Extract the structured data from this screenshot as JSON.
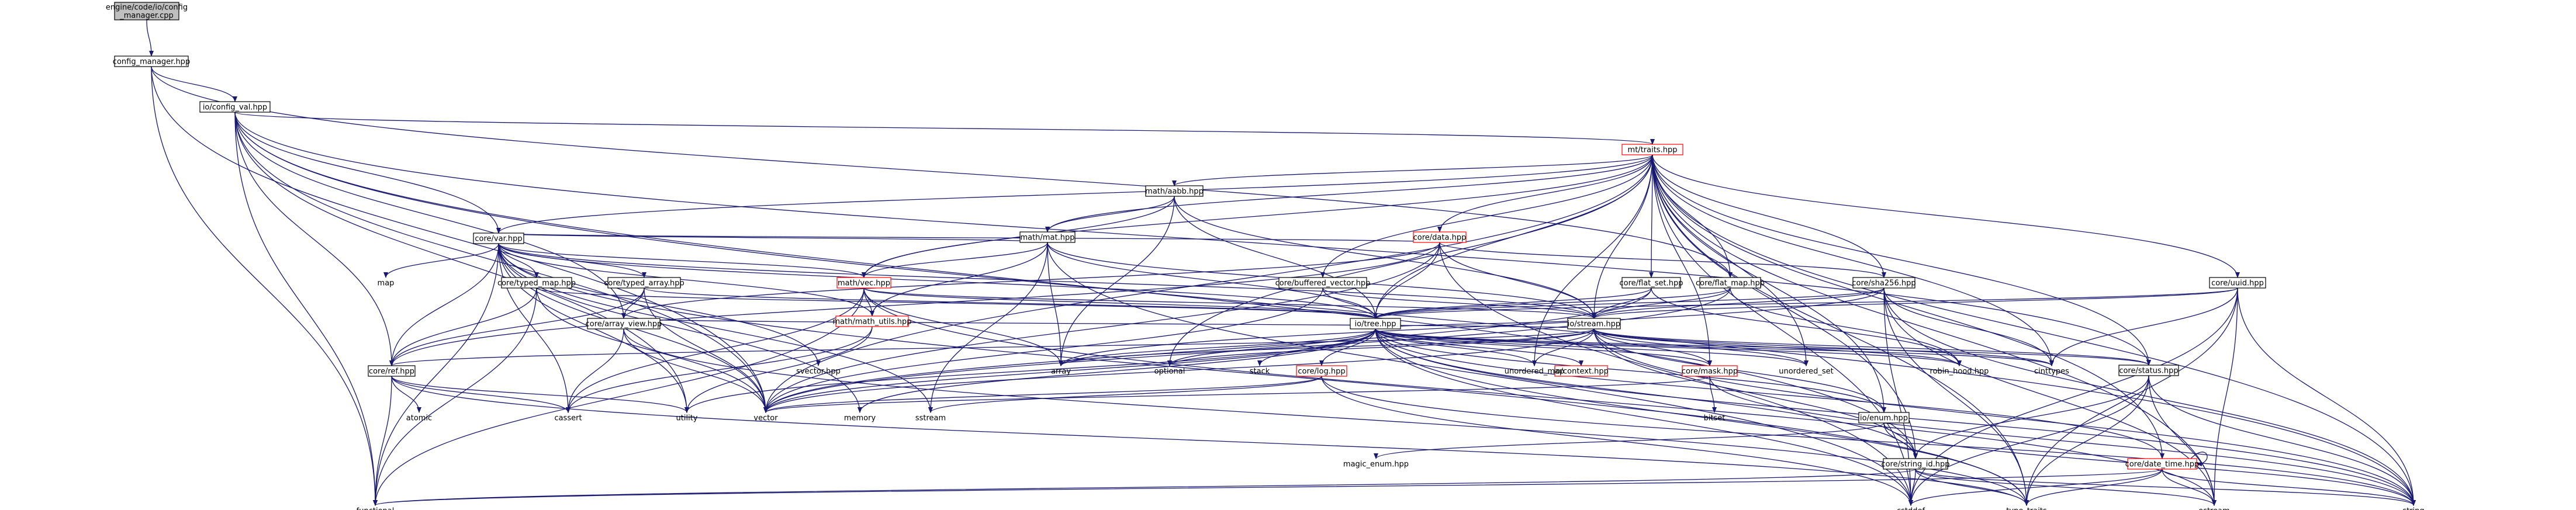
{
  "graph": {
    "title": "",
    "nodes": [
      {
        "id": "root",
        "label": "engine/code/io/config\n_manager.cpp",
        "style": "root"
      },
      {
        "id": "cfgmgr",
        "label": "config_manager.hpp",
        "style": "box"
      },
      {
        "id": "cfgval",
        "label": "io/config_val.hpp",
        "style": "box"
      },
      {
        "id": "traits",
        "label": "mt/traits.hpp",
        "style": "red"
      },
      {
        "id": "aabb",
        "label": "math/aabb.hpp",
        "style": "box"
      },
      {
        "id": "var",
        "label": "core/var.hpp",
        "style": "box"
      },
      {
        "id": "mat",
        "label": "math/mat.hpp",
        "style": "box"
      },
      {
        "id": "data",
        "label": "core/data.hpp",
        "style": "red"
      },
      {
        "id": "vec",
        "label": "math/vec.hpp",
        "style": "red"
      },
      {
        "id": "tmap",
        "label": "core/typed_map.hpp",
        "style": "box"
      },
      {
        "id": "tarr",
        "label": "core/typed_array.hpp",
        "style": "box"
      },
      {
        "id": "bvec",
        "label": "core/buffered_vector.hpp",
        "style": "box"
      },
      {
        "id": "fset",
        "label": "core/flat_set.hpp",
        "style": "box"
      },
      {
        "id": "fmap",
        "label": "core/flat_map.hpp",
        "style": "box"
      },
      {
        "id": "sha",
        "label": "core/sha256.hpp",
        "style": "box"
      },
      {
        "id": "uuid",
        "label": "core/uuid.hpp",
        "style": "box"
      },
      {
        "id": "mutil",
        "label": "math/math_utils.hpp",
        "style": "red"
      },
      {
        "id": "aview",
        "label": "core/array_view.hpp",
        "style": "box"
      },
      {
        "id": "iotree",
        "label": "io/tree.hpp",
        "style": "box"
      },
      {
        "id": "iostream",
        "label": "io/stream.hpp",
        "style": "box"
      },
      {
        "id": "ref",
        "label": "core/ref.hpp",
        "style": "box"
      },
      {
        "id": "log",
        "label": "core/log.hpp",
        "style": "red"
      },
      {
        "id": "ctx",
        "label": "io/context.hpp",
        "style": "red"
      },
      {
        "id": "mask",
        "label": "core/mask.hpp",
        "style": "red"
      },
      {
        "id": "status",
        "label": "core/status.hpp",
        "style": "box"
      },
      {
        "id": "ioenum",
        "label": "io/enum.hpp",
        "style": "box"
      },
      {
        "id": "sid",
        "label": "core/string_id.hpp",
        "style": "box"
      },
      {
        "id": "dtime",
        "label": "core/date_time.hpp",
        "style": "red"
      },
      {
        "id": "magic",
        "label": "magic_enum.hpp",
        "style": "plain"
      },
      {
        "id": "map",
        "label": "map",
        "style": "plain"
      },
      {
        "id": "svec",
        "label": "svector.hpp",
        "style": "plain"
      },
      {
        "id": "array",
        "label": "array",
        "style": "plain"
      },
      {
        "id": "optional",
        "label": "optional",
        "style": "plain"
      },
      {
        "id": "stack",
        "label": "stack",
        "style": "plain"
      },
      {
        "id": "umap",
        "label": "unordered_map",
        "style": "plain"
      },
      {
        "id": "uset",
        "label": "unordered_set",
        "style": "plain"
      },
      {
        "id": "robin",
        "label": "robin_hood.hpp",
        "style": "plain"
      },
      {
        "id": "cinttypes",
        "label": "cinttypes",
        "style": "plain"
      },
      {
        "id": "atomic",
        "label": "atomic",
        "style": "plain"
      },
      {
        "id": "cassert",
        "label": "cassert",
        "style": "plain"
      },
      {
        "id": "utility",
        "label": "utility",
        "style": "plain"
      },
      {
        "id": "vector",
        "label": "vector",
        "style": "plain"
      },
      {
        "id": "memory",
        "label": "memory",
        "style": "plain"
      },
      {
        "id": "sstream",
        "label": "sstream",
        "style": "plain"
      },
      {
        "id": "bitset",
        "label": "bitset",
        "style": "plain"
      },
      {
        "id": "functional",
        "label": "functional",
        "style": "plain"
      },
      {
        "id": "cstddef",
        "label": "cstddef",
        "style": "plain"
      },
      {
        "id": "type_traits",
        "label": "type_traits",
        "style": "plain"
      },
      {
        "id": "ostream",
        "label": "ostream",
        "style": "plain"
      },
      {
        "id": "string",
        "label": "string",
        "style": "plain"
      }
    ],
    "edges": [
      [
        "root",
        "cfgmgr"
      ],
      [
        "cfgmgr",
        "cfgval"
      ],
      [
        "cfgmgr",
        "fmap"
      ],
      [
        "cfgmgr",
        "functional"
      ],
      [
        "cfgmgr",
        "vector"
      ],
      [
        "cfgval",
        "traits"
      ],
      [
        "cfgval",
        "var"
      ],
      [
        "cfgval",
        "ref"
      ],
      [
        "cfgval",
        "aview"
      ],
      [
        "cfgval",
        "functional"
      ],
      [
        "cfgval",
        "utility"
      ],
      [
        "cfgval",
        "string"
      ],
      [
        "cfgval",
        "sid"
      ],
      [
        "cfgval",
        "vector"
      ],
      [
        "cfgval",
        "status"
      ],
      [
        "traits",
        "aabb"
      ],
      [
        "traits",
        "mat"
      ],
      [
        "traits",
        "vec"
      ],
      [
        "traits",
        "data"
      ],
      [
        "traits",
        "var"
      ],
      [
        "traits",
        "bvec"
      ],
      [
        "traits",
        "fset"
      ],
      [
        "traits",
        "fmap"
      ],
      [
        "traits",
        "sha"
      ],
      [
        "traits",
        "uuid"
      ],
      [
        "traits",
        "iostream"
      ],
      [
        "traits",
        "iotree"
      ],
      [
        "traits",
        "mask"
      ],
      [
        "traits",
        "status"
      ],
      [
        "traits",
        "ioenum"
      ],
      [
        "traits",
        "sid"
      ],
      [
        "traits",
        "dtime"
      ],
      [
        "traits",
        "optional"
      ],
      [
        "traits",
        "umap"
      ],
      [
        "traits",
        "uset"
      ],
      [
        "traits",
        "cinttypes"
      ],
      [
        "traits",
        "vector"
      ],
      [
        "traits",
        "string"
      ],
      [
        "traits",
        "type_traits"
      ],
      [
        "traits",
        "cstddef"
      ],
      [
        "traits",
        "ostream"
      ],
      [
        "aabb",
        "mat"
      ],
      [
        "aabb",
        "vec"
      ],
      [
        "aabb",
        "iotree"
      ],
      [
        "aabb",
        "iostream"
      ],
      [
        "aabb",
        "array"
      ],
      [
        "mat",
        "vec"
      ],
      [
        "mat",
        "mutil"
      ],
      [
        "mat",
        "iotree"
      ],
      [
        "mat",
        "iostream"
      ],
      [
        "mat",
        "array"
      ],
      [
        "mat",
        "sstream"
      ],
      [
        "mat",
        "cstddef"
      ],
      [
        "data",
        "iotree"
      ],
      [
        "data",
        "iostream"
      ],
      [
        "data",
        "sha"
      ],
      [
        "data",
        "ref"
      ],
      [
        "data",
        "aview"
      ],
      [
        "data",
        "vector"
      ],
      [
        "data",
        "cstddef"
      ],
      [
        "var",
        "tmap"
      ],
      [
        "var",
        "tarr"
      ],
      [
        "var",
        "map"
      ],
      [
        "var",
        "vec"
      ],
      [
        "var",
        "mat"
      ],
      [
        "var",
        "iotree"
      ],
      [
        "var",
        "iostream"
      ],
      [
        "var",
        "ref"
      ],
      [
        "var",
        "data"
      ],
      [
        "var",
        "mutil"
      ],
      [
        "var",
        "svec"
      ],
      [
        "var",
        "functional"
      ],
      [
        "var",
        "vector"
      ],
      [
        "var",
        "memory"
      ],
      [
        "var",
        "sstream"
      ],
      [
        "var",
        "cassert"
      ],
      [
        "var",
        "utility"
      ],
      [
        "var",
        "type_traits"
      ],
      [
        "vec",
        "mutil"
      ],
      [
        "vec",
        "iotree"
      ],
      [
        "vec",
        "iostream"
      ],
      [
        "vec",
        "array"
      ],
      [
        "vec",
        "functional"
      ],
      [
        "vec",
        "cassert"
      ],
      [
        "vec",
        "ostream"
      ],
      [
        "tmap",
        "ref"
      ],
      [
        "tmap",
        "iotree"
      ],
      [
        "tmap",
        "vector"
      ],
      [
        "tmap",
        "functional"
      ],
      [
        "tarr",
        "ref"
      ],
      [
        "tarr",
        "aview"
      ],
      [
        "tarr",
        "iotree"
      ],
      [
        "tarr",
        "vector"
      ],
      [
        "bvec",
        "iotree"
      ],
      [
        "bvec",
        "iostream"
      ],
      [
        "bvec",
        "vector"
      ],
      [
        "fset",
        "iotree"
      ],
      [
        "fset",
        "iostream"
      ],
      [
        "fset",
        "robin"
      ],
      [
        "fset",
        "vector"
      ],
      [
        "fmap",
        "iotree"
      ],
      [
        "fmap",
        "iostream"
      ],
      [
        "fmap",
        "robin"
      ],
      [
        "fmap",
        "vector"
      ],
      [
        "sha",
        "iotree"
      ],
      [
        "sha",
        "iostream"
      ],
      [
        "sha",
        "array"
      ],
      [
        "sha",
        "cinttypes"
      ],
      [
        "sha",
        "string"
      ],
      [
        "sha",
        "type_traits"
      ],
      [
        "sha",
        "ostream"
      ],
      [
        "sha",
        "cstddef"
      ],
      [
        "uuid",
        "iotree"
      ],
      [
        "uuid",
        "iostream"
      ],
      [
        "uuid",
        "cinttypes"
      ],
      [
        "uuid",
        "string"
      ],
      [
        "uuid",
        "ostream"
      ],
      [
        "uuid",
        "cstddef"
      ],
      [
        "uuid",
        "type_traits"
      ],
      [
        "mutil",
        "cassert"
      ],
      [
        "mutil",
        "utility"
      ],
      [
        "aview",
        "vector"
      ],
      [
        "aview",
        "cassert"
      ],
      [
        "aview",
        "type_traits"
      ],
      [
        "iotree",
        "iostream"
      ],
      [
        "iotree",
        "log"
      ],
      [
        "iotree",
        "ctx"
      ],
      [
        "iotree",
        "mask"
      ],
      [
        "iotree",
        "status"
      ],
      [
        "iotree",
        "ioenum"
      ],
      [
        "iotree",
        "sid"
      ],
      [
        "iotree",
        "dtime"
      ],
      [
        "iotree",
        "array"
      ],
      [
        "iotree",
        "optional"
      ],
      [
        "iotree",
        "stack"
      ],
      [
        "iotree",
        "umap"
      ],
      [
        "iotree",
        "uset"
      ],
      [
        "iotree",
        "robin"
      ],
      [
        "iotree",
        "cinttypes"
      ],
      [
        "iotree",
        "vector"
      ],
      [
        "iotree",
        "memory"
      ],
      [
        "iotree",
        "utility"
      ],
      [
        "iotree",
        "string"
      ],
      [
        "iotree",
        "cstddef"
      ],
      [
        "iotree",
        "type_traits"
      ],
      [
        "iostream",
        "ref"
      ],
      [
        "iostream",
        "aview"
      ],
      [
        "iostream",
        "mask"
      ],
      [
        "iostream",
        "status"
      ],
      [
        "iostream",
        "ioenum"
      ],
      [
        "iostream",
        "sid"
      ],
      [
        "iostream",
        "umap"
      ],
      [
        "iostream",
        "uset"
      ],
      [
        "iostream",
        "robin"
      ],
      [
        "iostream",
        "cinttypes"
      ],
      [
        "iostream",
        "array"
      ],
      [
        "iostream",
        "optional"
      ],
      [
        "iostream",
        "vector"
      ],
      [
        "iostream",
        "string"
      ],
      [
        "ref",
        "atomic"
      ],
      [
        "ref",
        "cassert"
      ],
      [
        "ref",
        "utility"
      ],
      [
        "ref",
        "functional"
      ],
      [
        "ref",
        "type_traits"
      ],
      [
        "log",
        "sstream"
      ],
      [
        "log",
        "vector"
      ],
      [
        "log",
        "cstddef"
      ],
      [
        "log",
        "string"
      ],
      [
        "mask",
        "bitset"
      ],
      [
        "mask",
        "vector"
      ],
      [
        "mask",
        "string"
      ],
      [
        "status",
        "string"
      ],
      [
        "status",
        "cstddef"
      ],
      [
        "status",
        "ostream"
      ],
      [
        "status",
        "type_traits"
      ],
      [
        "status",
        "sid"
      ],
      [
        "ioenum",
        "magic"
      ],
      [
        "ioenum",
        "sid"
      ],
      [
        "ioenum",
        "string"
      ],
      [
        "sid",
        "functional"
      ],
      [
        "sid",
        "string"
      ],
      [
        "sid",
        "cstddef"
      ],
      [
        "sid",
        "type_traits"
      ],
      [
        "sid",
        "ostream"
      ],
      [
        "dtime",
        "dtime"
      ],
      [
        "dtime",
        "functional"
      ],
      [
        "dtime",
        "string"
      ],
      [
        "dtime",
        "cstddef"
      ],
      [
        "dtime",
        "type_traits"
      ],
      [
        "dtime",
        "ostream"
      ]
    ]
  }
}
